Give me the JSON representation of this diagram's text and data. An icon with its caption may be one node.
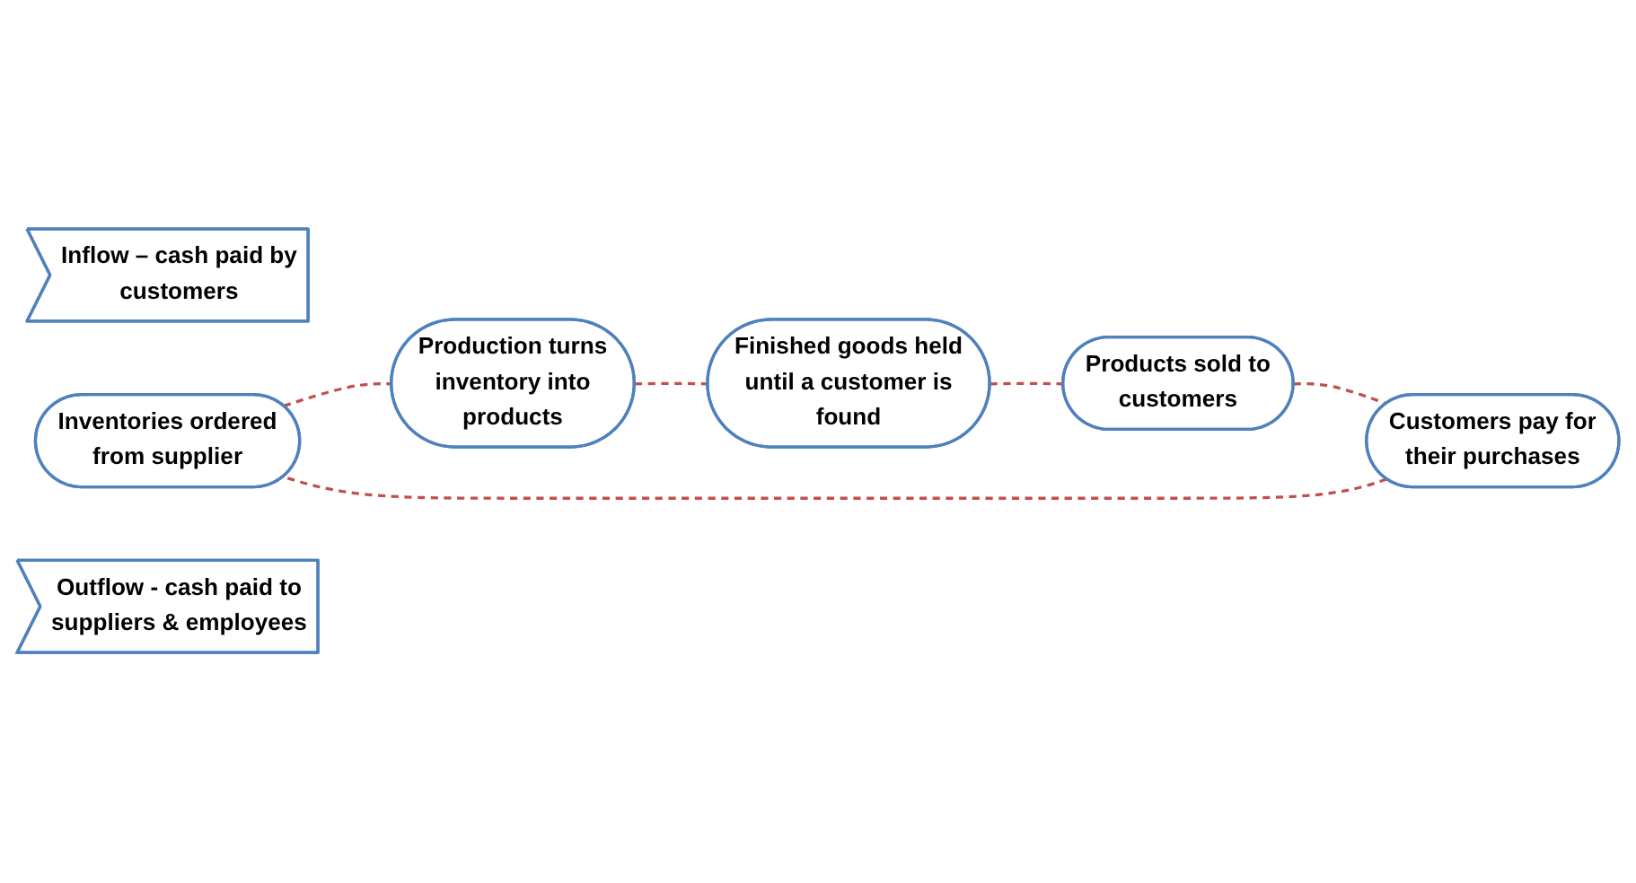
{
  "diagram": {
    "nodes": [
      {
        "text": [
          "Inflow – cash paid by customers"
        ]
      },
      {
        "text": [
          "Inventories ordered from supplier"
        ]
      },
      {
        "text": [
          "Customers pay for their purchases"
        ]
      },
      {
        "text": [
          "Production turns inventory into products"
        ]
      },
      {
        "text": [
          "Outflow - cash paid to suppliers & employees"
        ]
      },
      {
        "text": [
          "Products sold to customers"
        ]
      },
      {
        "text": [
          "Finished goods held until a customer is found"
        ]
      }
    ],
    "edges": [
      {
        "from": 1,
        "to": 3,
        "arrow": "none",
        "style": "dashed"
      },
      {
        "from": 3,
        "to": 6,
        "arrow": "none",
        "style": "dashed"
      },
      {
        "from": 6,
        "to": 5,
        "arrow": "none",
        "style": "dashed"
      },
      {
        "from": 5,
        "to": 2,
        "arrow": "none",
        "style": "dashed"
      },
      {
        "from": 2,
        "to": 1,
        "arrow": "none",
        "style": "dashed"
      }
    ]
  }
}
